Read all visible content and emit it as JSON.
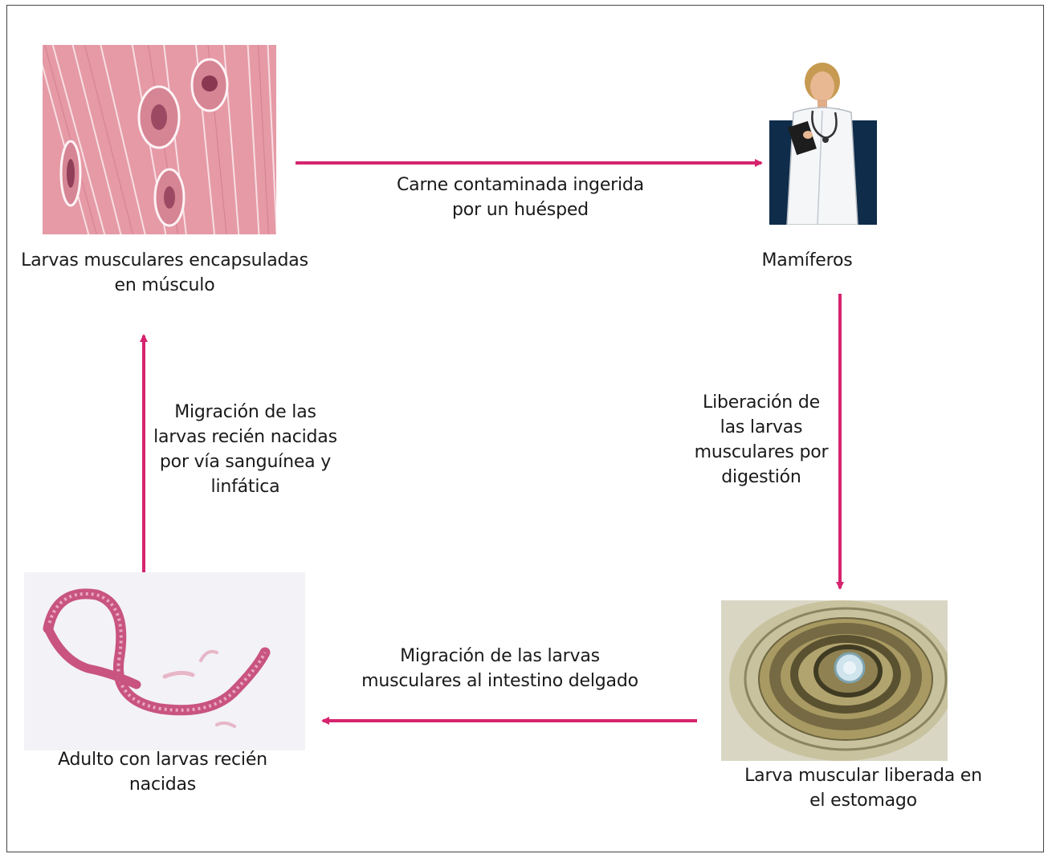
{
  "stages": {
    "muscle": {
      "caption": "Larvas musculares encapsuladas en músculo"
    },
    "mammals": {
      "caption": "Mamíferos"
    },
    "stomach": {
      "caption": "Larva muscular liberada en el estomago"
    },
    "adult": {
      "caption": "Adulto con larvas recién nacidas"
    }
  },
  "transitions": {
    "ingestion": "Carne contaminada ingerida por un huésped",
    "digestion": "Liberación de las larvas musculares  por digestión",
    "intestine": "Migración de las larvas musculares al intestino delgado",
    "migration": "Migración de las larvas recién nacidas por vía sanguínea y linfática"
  },
  "colors": {
    "arrow": "#d6246e",
    "muscle_tissue": "#e59aa6",
    "doctor_background": "#0f2c4a",
    "worm": "#c8547f"
  },
  "icons": {
    "muscle": "muscle-tissue-micrograph",
    "mammals": "doctor-figure",
    "stomach": "coiled-larva-micrograph",
    "adult": "adult-worm-micrograph"
  }
}
